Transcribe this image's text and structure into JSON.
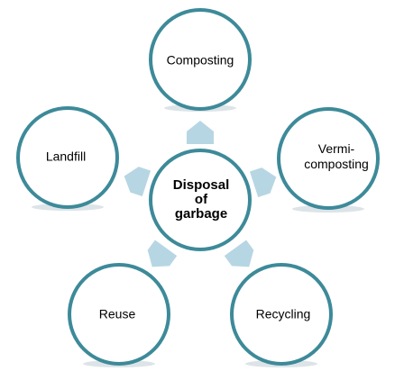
{
  "center": {
    "label": "Disposal\nof\ngarbage"
  },
  "nodes": [
    {
      "id": "composting",
      "label": "Composting"
    },
    {
      "id": "vermicomposting",
      "label": "Vermi-\ncomposting"
    },
    {
      "id": "recycling",
      "label": "Recycling"
    },
    {
      "id": "reuse",
      "label": "Reuse"
    },
    {
      "id": "landfill",
      "label": "Landfill"
    }
  ],
  "colors": {
    "circle_border": "#3d8a99",
    "arrow_fill": "#b7d6e3",
    "background": "#ffffff"
  }
}
